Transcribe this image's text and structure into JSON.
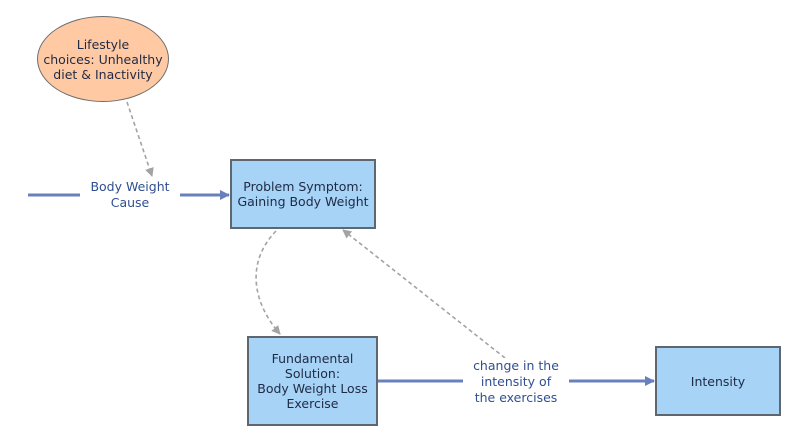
{
  "diagram": {
    "nodes": {
      "lifestyle": {
        "text": "Lifestyle\nchoices: Unhealthy\ndiet & Inactivity"
      },
      "problem": {
        "text": "Problem Symptom:\nGaining Body Weight"
      },
      "solution": {
        "text": "Fundamental\nSolution:\nBody Weight Loss\nExercise"
      },
      "intensity": {
        "text": "Intensity"
      }
    },
    "edge_labels": {
      "cause": "Body Weight\nCause",
      "change": "change in the\nintensity of\nthe exercises"
    },
    "colors": {
      "box_fill": "#a6d3f6",
      "ellipse_fill": "#ffc9a3",
      "solid_arrow": "#6a80bd",
      "dashed_arrow": "#a3a3a3",
      "label_text": "#2f4f90"
    }
  }
}
